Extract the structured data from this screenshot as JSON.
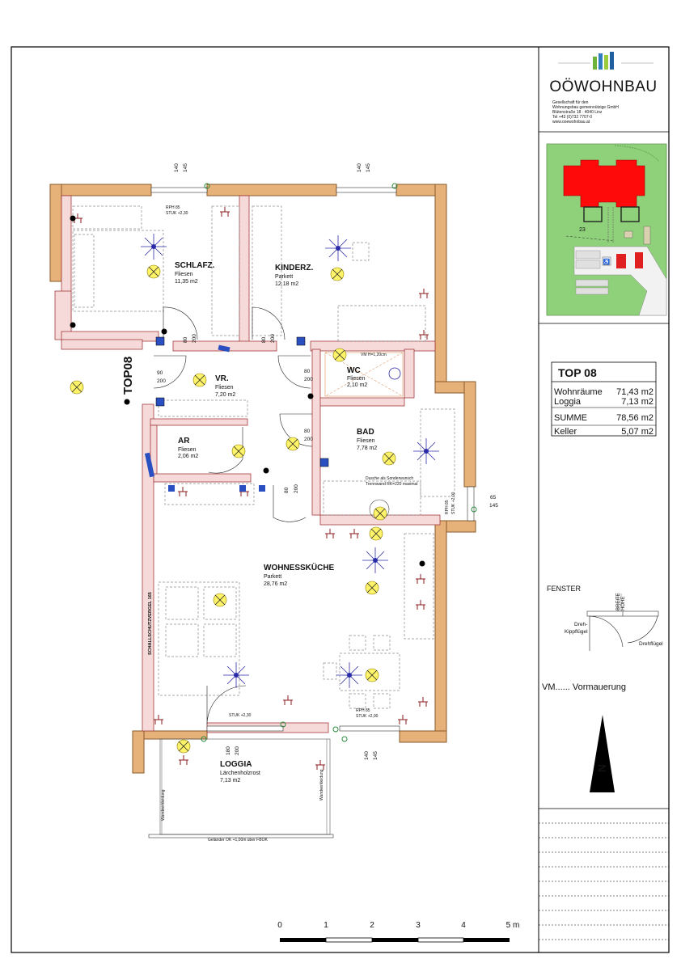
{
  "brand": {
    "name": "OÖWOHNBAU",
    "address_lines": [
      "Gesellschaft für den",
      "Wohnungsbau gemeinnützige GmbH",
      "Blütenstraße 18 · 4040 Linz",
      "Tel +43 (0)732 7707-0",
      "www.ooewohnbau.at"
    ],
    "logo_colors": [
      "#6fb33a",
      "#2f7fc0",
      "#9ccc3c",
      "#1f5f9f"
    ]
  },
  "site_plan": {
    "house_number": "23"
  },
  "unit": {
    "title": "TOP 08",
    "rows": [
      {
        "label": "Wohnräume",
        "value": "71,43 m2"
      },
      {
        "label": "Loggia",
        "value": "7,13 m2"
      },
      {
        "label": "SUMME",
        "value": "78,56 m2"
      },
      {
        "label": "Keller",
        "value": "5,07 m2"
      }
    ]
  },
  "window_legend": {
    "title": "FENSTER",
    "width_label": "BREITE",
    "height_label": "HÖHE",
    "left_caption": "Dreh-\nKippflügel",
    "right_caption": "Drehflügel"
  },
  "abbrev_note": "VM...... Vormauerung",
  "north_label": "N",
  "scale": {
    "labels": [
      "0",
      "1",
      "2",
      "3",
      "4",
      "5 m"
    ]
  },
  "plan": {
    "top_label": "TOP08",
    "party_wall_label": "SCHALLSCHUTZVERGEL 165",
    "rooms": [
      {
        "key": "schlafz",
        "name": "SCHLAFZ.",
        "floor": "Fliesen",
        "area": "11,35 m2"
      },
      {
        "key": "kinderz",
        "name": "KINDERZ.",
        "floor": "Parkett",
        "area": "12,18 m2"
      },
      {
        "key": "vr",
        "name": "VR.",
        "floor": "Fliesen",
        "area": "7,20 m2"
      },
      {
        "key": "wc",
        "name": "WC",
        "floor": "Fliesen",
        "area": "2,10 m2"
      },
      {
        "key": "ar",
        "name": "AR",
        "floor": "Fliesen",
        "area": "2,06 m2"
      },
      {
        "key": "bad",
        "name": "BAD",
        "floor": "Fliesen",
        "area": "7,78 m2"
      },
      {
        "key": "wohn",
        "name": "WOHNESSKÜCHE",
        "floor": "Parkett",
        "area": "28,76 m2"
      },
      {
        "key": "loggia",
        "name": "LOGGIA",
        "floor": "Lärchenholzrost",
        "area": "7,13 m2"
      }
    ],
    "notes": {
      "rph_stuk_1": "RPH 85",
      "stuk_1": "STUK +2,30",
      "rph_2": "RPH 85",
      "stuk_2": "STUK +2,00",
      "stuk_3": "STUK +2,30",
      "vm_wc": "VM H=1,20cm",
      "shower_note": "Dusche als Sonderwunsch",
      "shower_note2": "Trennwand RK=220 maximal",
      "railing": "Geländer OK +1,00m über FBOK",
      "wall_left": "Wandverkleidung",
      "wall_right": "Wandverkleidung",
      "rph_bad": "RPH 85",
      "stuk_bad": "STUK +2,00"
    },
    "dims": {
      "w140a": "140",
      "w145a": "145",
      "w140b": "140",
      "w145b": "145",
      "d80a": "80",
      "d200a": "200",
      "d80b": "80",
      "d200b": "200",
      "d90": "90",
      "d200c": "200",
      "d80c": "80",
      "d200d": "200",
      "d80d": "80",
      "d200e": "200",
      "d80e": "80",
      "d200f": "200",
      "w65": "65",
      "w145c": "145",
      "l180": "180",
      "l200": "200",
      "w140c": "140",
      "w145d": "145"
    }
  }
}
